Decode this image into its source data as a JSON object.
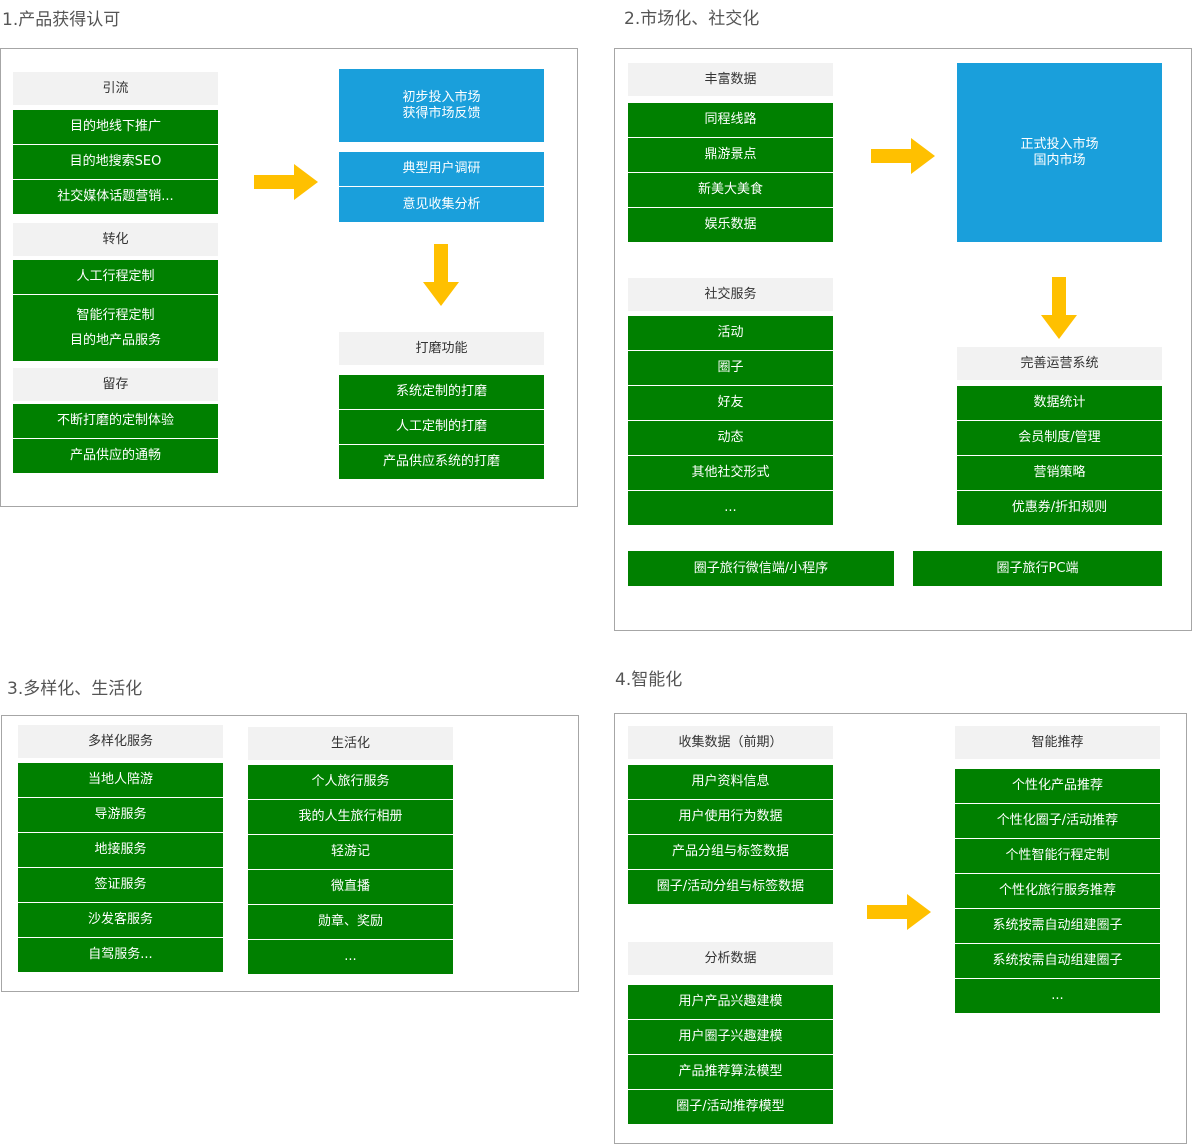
{
  "sections": {
    "s1": {
      "title": "1.产品获得认可",
      "yinliu": {
        "header": "引流",
        "items": [
          "目的地线下推广",
          "目的地搜索SEO",
          "社交媒体话题营销..."
        ]
      },
      "zhuanhua": {
        "header": "转化",
        "items": [
          "人工行程定制",
          "智能行程定制",
          "目的地产品服务"
        ]
      },
      "liucun": {
        "header": "留存",
        "items": [
          "不断打磨的定制体验",
          "产品供应的通畅"
        ]
      },
      "market_box": {
        "line1": "初步投入市场",
        "line2": "获得市场反馈"
      },
      "research": [
        "典型用户调研",
        "意见收集分析"
      ],
      "polish": {
        "header": "打磨功能",
        "items": [
          "系统定制的打磨",
          "人工定制的打磨",
          "产品供应系统的打磨"
        ]
      }
    },
    "s2": {
      "title": "2.市场化、社交化",
      "data": {
        "header": "丰富数据",
        "items": [
          "同程线路",
          "鼎游景点",
          "新美大美食",
          "娱乐数据"
        ]
      },
      "social": {
        "header": "社交服务",
        "items": [
          "活动",
          "圈子",
          "好友",
          "动态",
          "其他社交形式",
          "..."
        ]
      },
      "market_box": {
        "line1": "正式投入市场",
        "line2": "国内市场"
      },
      "ops": {
        "header": "完善运营系统",
        "items": [
          "数据统计",
          "会员制度/管理",
          "营销策略",
          "优惠券/折扣规则"
        ]
      },
      "bottom": [
        "圈子旅行微信端/小程序",
        "圈子旅行PC端"
      ]
    },
    "s3": {
      "title": "3.多样化、生活化",
      "diverse": {
        "header": "多样化服务",
        "items": [
          "当地人陪游",
          "导游服务",
          "地接服务",
          "签证服务",
          "沙发客服务",
          "自驾服务..."
        ]
      },
      "life": {
        "header": "生活化",
        "items": [
          "个人旅行服务",
          "我的人生旅行相册",
          "轻游记",
          "微直播",
          "勋章、奖励",
          "..."
        ]
      }
    },
    "s4": {
      "title": "4.智能化",
      "collect": {
        "header": "收集数据（前期）",
        "items": [
          "用户资料信息",
          "用户使用行为数据",
          "产品分组与标签数据",
          "圈子/活动分组与标签数据"
        ]
      },
      "analyze": {
        "header": "分析数据",
        "items": [
          "用户产品兴趣建模",
          "用户圈子兴趣建模",
          "产品推荐算法模型",
          "圈子/活动推荐模型"
        ]
      },
      "recommend": {
        "header": "智能推荐",
        "items": [
          "个性化产品推荐",
          "个性化圈子/活动推荐",
          "个性智能行程定制",
          "个性化旅行服务推荐",
          "系统按需自动组建圈子",
          "系统按需自动组建圈子",
          "..."
        ]
      }
    }
  },
  "colors": {
    "green": "#008000",
    "blue": "#1a9fdb",
    "header_gray": "#f2f2f2",
    "arrow_yellow": "#ffc000",
    "frame_border": "#a6a6a6"
  },
  "icons": {
    "arrow": "arrow-right-icon / arrow-down-icon"
  }
}
